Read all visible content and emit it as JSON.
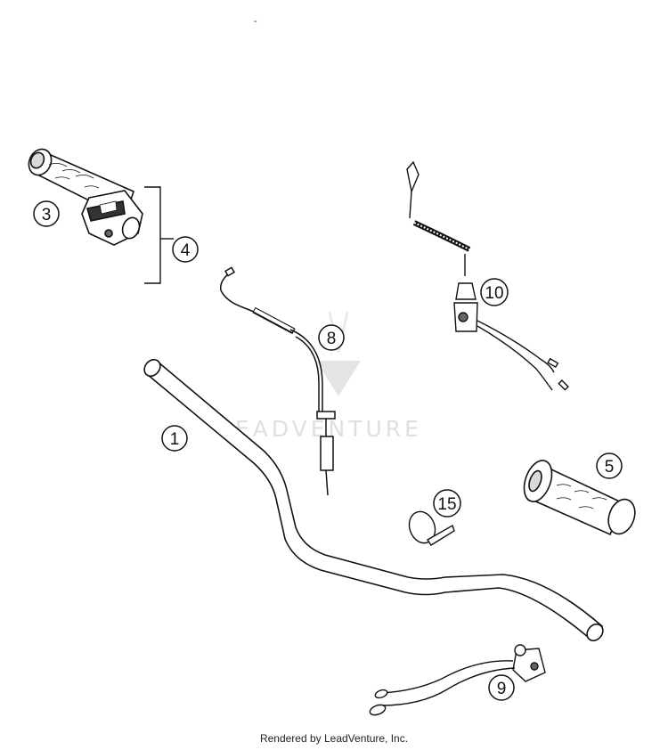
{
  "page": {
    "top_mark": "-",
    "footer_text": "Rendered by LeadVenture, Inc.",
    "watermark_text": "LEADVENTURE"
  },
  "callouts": {
    "c1": "1",
    "c3": "3",
    "c4": "4",
    "c5": "5",
    "c8": "8",
    "c9": "9",
    "c10": "10",
    "c15": "15"
  },
  "colors": {
    "line": "#111111",
    "fill": "#ffffff",
    "shade": "#d9d9d9",
    "watermark": "#dcdcdc"
  }
}
